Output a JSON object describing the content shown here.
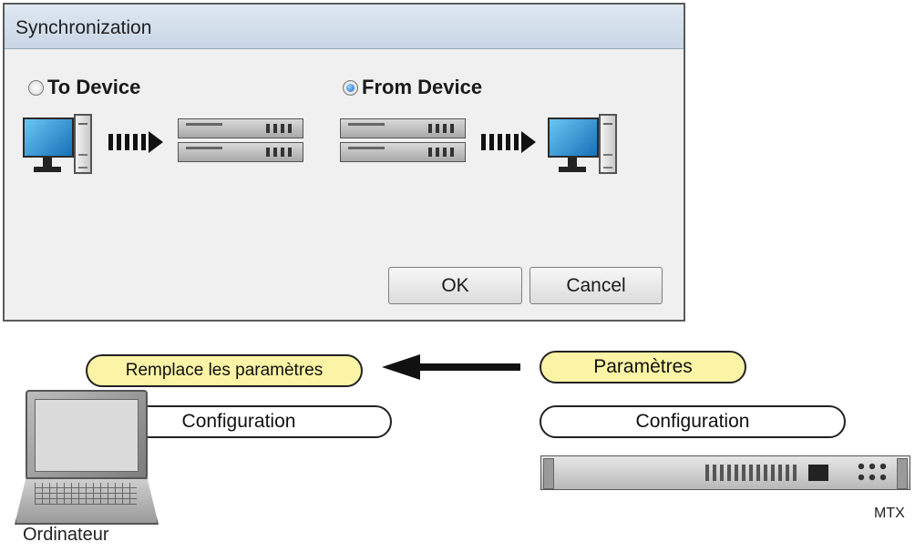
{
  "dialog": {
    "title": "Synchronization",
    "options": [
      {
        "label": "To Device",
        "selected": false
      },
      {
        "label": "From Device",
        "selected": true
      }
    ],
    "ok_label": "OK",
    "cancel_label": "Cancel"
  },
  "diagram": {
    "left_top_label": "Remplace les paramètres",
    "left_bottom_label": "Configuration",
    "right_top_label": "Paramètres",
    "right_bottom_label": "Configuration",
    "computer_caption": "Ordinateur",
    "device_caption": "MTX"
  },
  "colors": {
    "yellow_pill": "#fbf3a5",
    "selected_radio": "#1c66c4"
  }
}
